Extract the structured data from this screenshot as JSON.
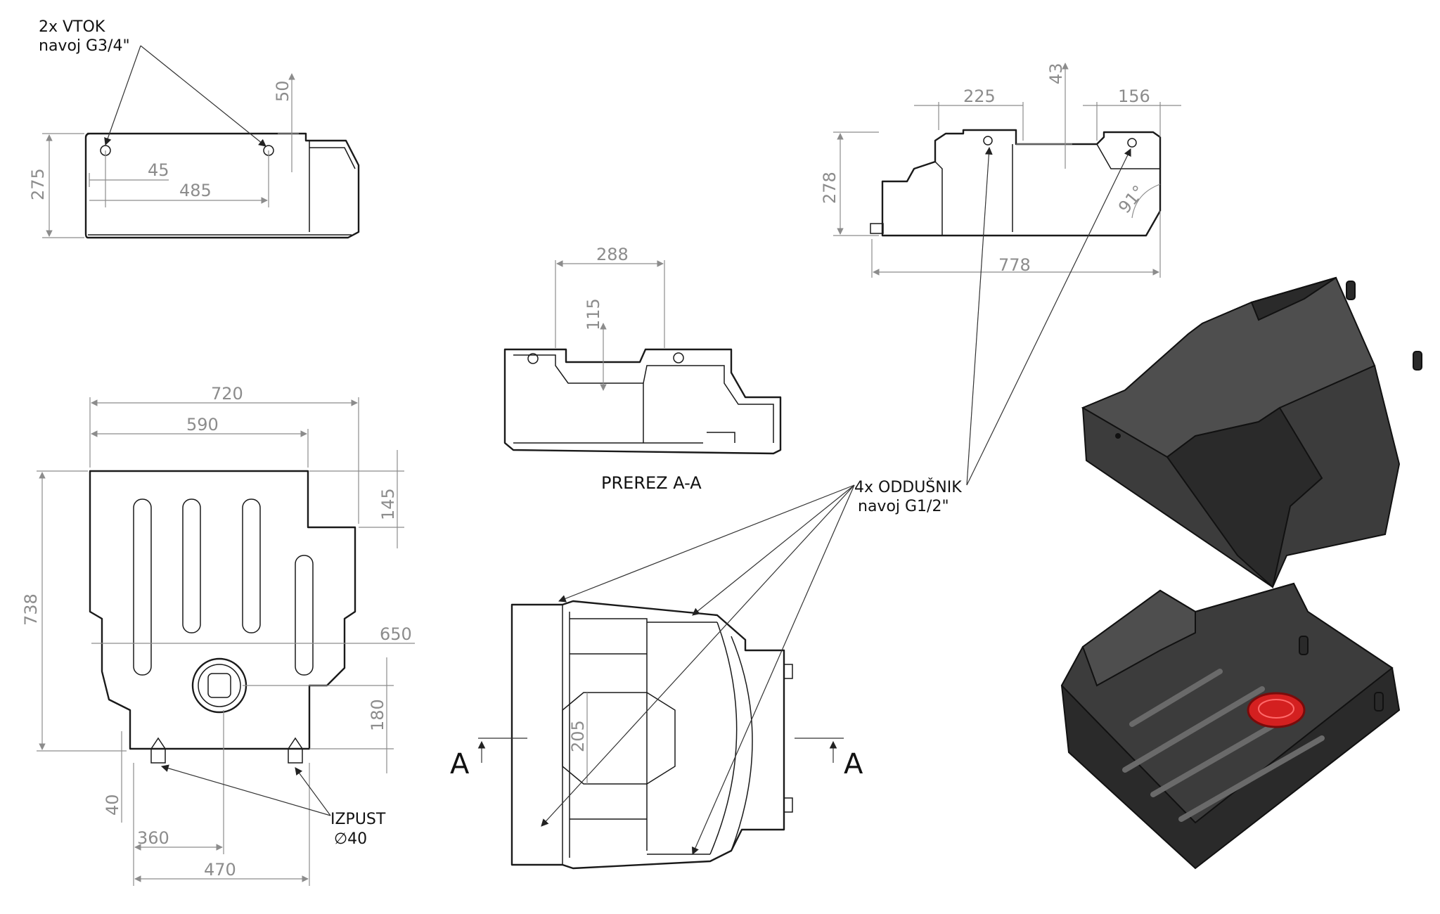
{
  "notes": {
    "inlet_line1": "2x VTOK",
    "inlet_line2": "navoj G3/4\"",
    "vent_line1": "4x ODDUŠNIK",
    "vent_line2": "navoj G1/2\"",
    "drain_line1": "IZPUST",
    "drain_line2": "∅40",
    "section_title": "PREREZ A-A",
    "section_marker": "A"
  },
  "dimensions": {
    "front": {
      "height": "275",
      "inlet_offset": "45",
      "inlet_spacing": "485",
      "top": "50"
    },
    "side": {
      "width": "778",
      "height": "278",
      "step": "225",
      "top": "43",
      "right": "156",
      "angle": "91°"
    },
    "section": {
      "width": "288",
      "depth": "115"
    },
    "top_view": {
      "width_total": "720",
      "width_main": "590",
      "height_total": "738",
      "notch": "145",
      "mid": "650",
      "lower": "180",
      "drain_h": "40",
      "drain_x1": "360",
      "drain_x2": "470"
    },
    "plan": {
      "channel": "205"
    }
  },
  "colors": {
    "cap_accent": "#d42020"
  }
}
